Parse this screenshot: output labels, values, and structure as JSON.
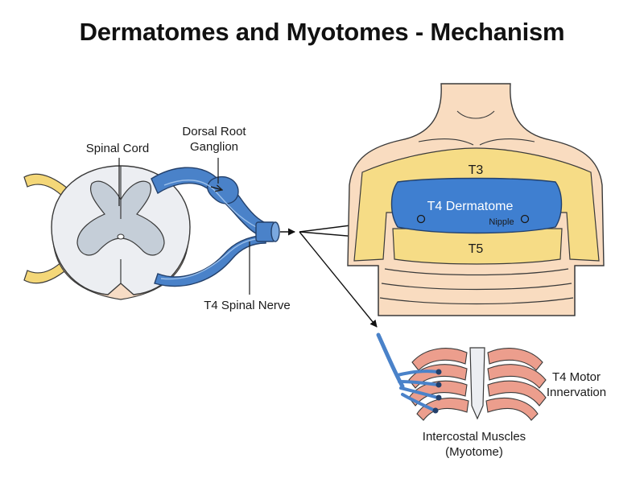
{
  "title": "Dermatomes and Myotomes - Mechanism",
  "labels": {
    "spinal_cord": "Spinal Cord",
    "drg_line1": "Dorsal Root",
    "drg_line2": "Ganglion",
    "spinal_nerve": "T4 Spinal Nerve",
    "t3": "T3",
    "t4_dermatome": "T4 Dermatome",
    "nipple": "Nipple",
    "t5": "T5",
    "motor_line1": "T4 Motor",
    "motor_line2": "Innervation",
    "muscles_line1": "Intercostal Muscles",
    "muscles_line2": "(Myotome)"
  },
  "colors": {
    "nerve_blue": "#4a82c9",
    "dermatome_blue": "#3f7fd0",
    "band_yellow": "#f6dc86",
    "skin": "#f9dcc0",
    "cord_gray": "#e7e9ee",
    "muscle": "#ec9e8d"
  }
}
